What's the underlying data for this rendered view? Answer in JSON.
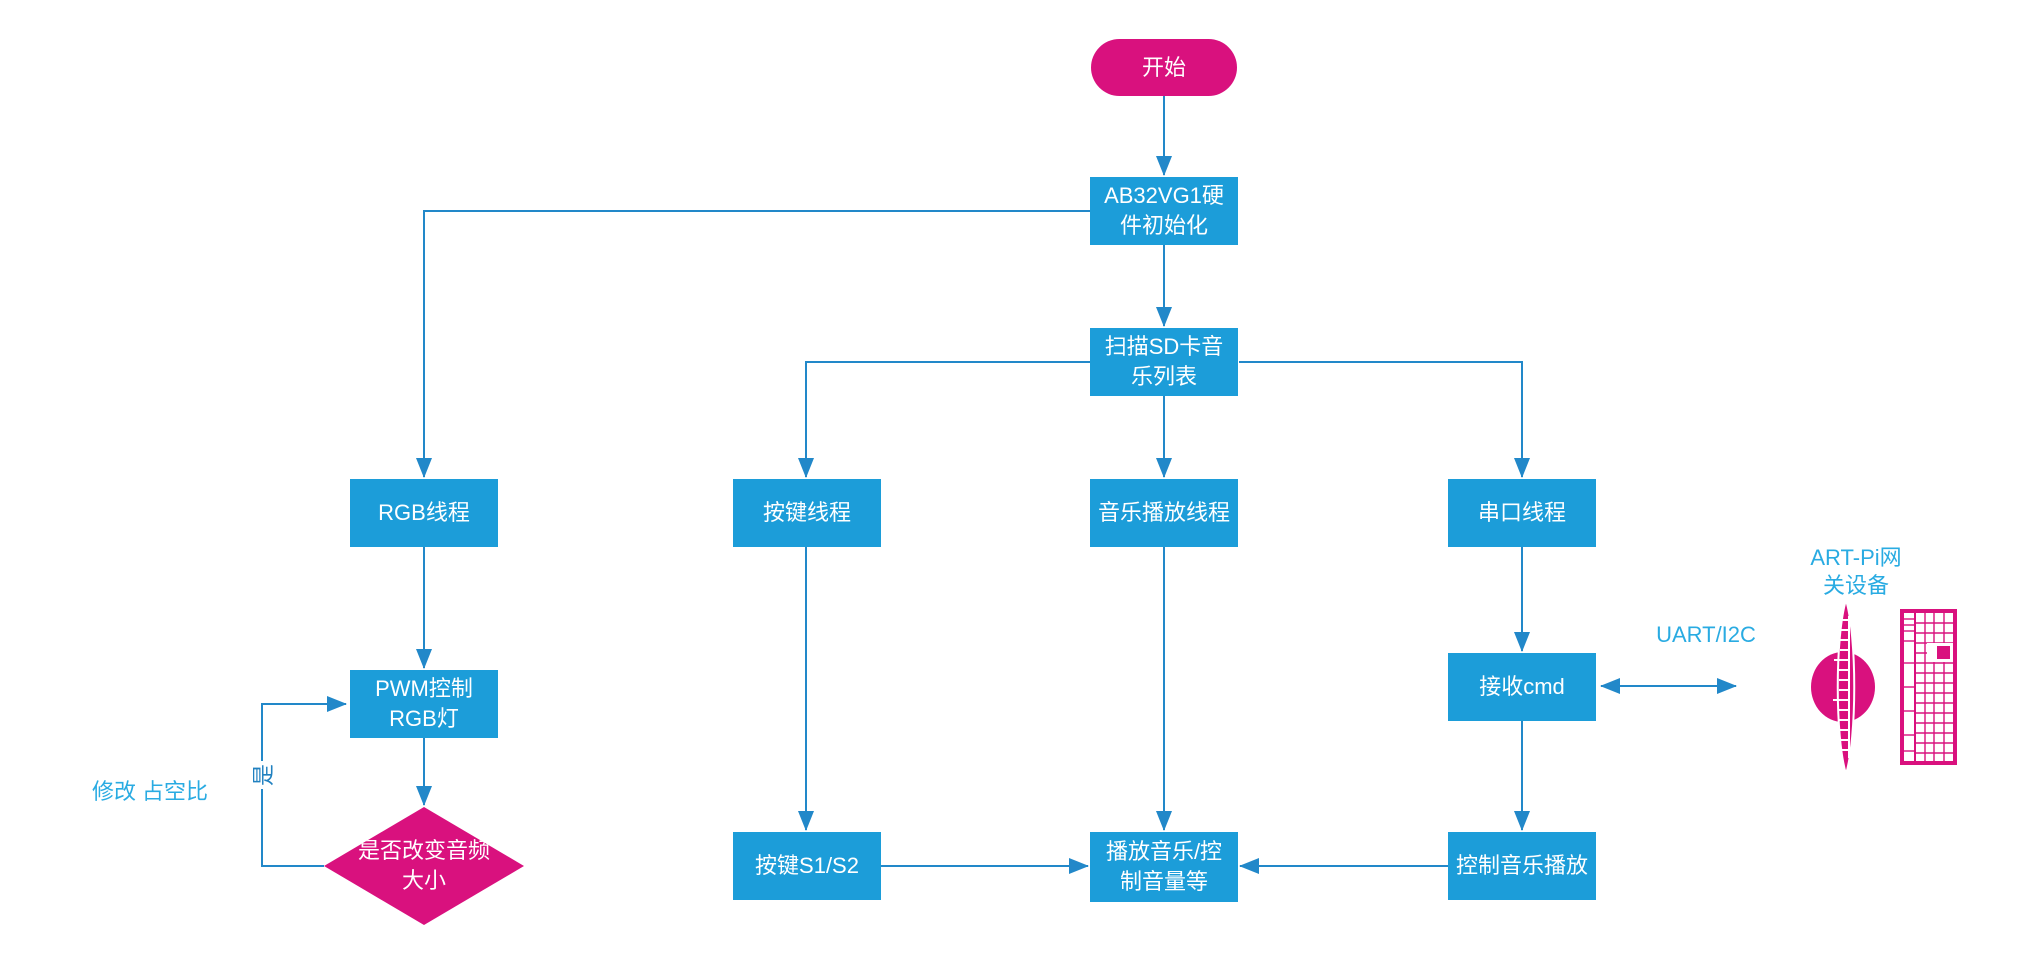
{
  "diagram": {
    "nodes": {
      "start": {
        "label": "开始"
      },
      "hw_init": {
        "label": "AB32VG1硬\n件初始化"
      },
      "scan_sd": {
        "label": "扫描SD卡音\n乐列表"
      },
      "rgb_thread": {
        "label": "RGB线程"
      },
      "key_thread": {
        "label": "按键线程"
      },
      "music_thread": {
        "label": "音乐播放线程"
      },
      "serial_thread": {
        "label": "串口线程"
      },
      "pwm_rgb": {
        "label": "PWM控制\nRGB灯"
      },
      "recv_cmd": {
        "label": "接收cmd"
      },
      "decision_audio": {
        "label": "是否改变音频\n大小"
      },
      "key_s1s2": {
        "label": "按键S1/S2"
      },
      "play_music": {
        "label": "播放音乐/控\n制音量等"
      },
      "ctrl_music": {
        "label": "控制音乐播放"
      }
    },
    "edge_labels": {
      "yes": "是",
      "modify_duty": "修改 占空比",
      "uart_i2c": "UART/I2C",
      "gateway_device": "ART-Pi网\n关设备"
    },
    "colors": {
      "process_fill": "#1C9DD9",
      "terminal_fill": "#D9117E",
      "connector": "#2288C9",
      "label_text": "#29ABE2"
    }
  }
}
